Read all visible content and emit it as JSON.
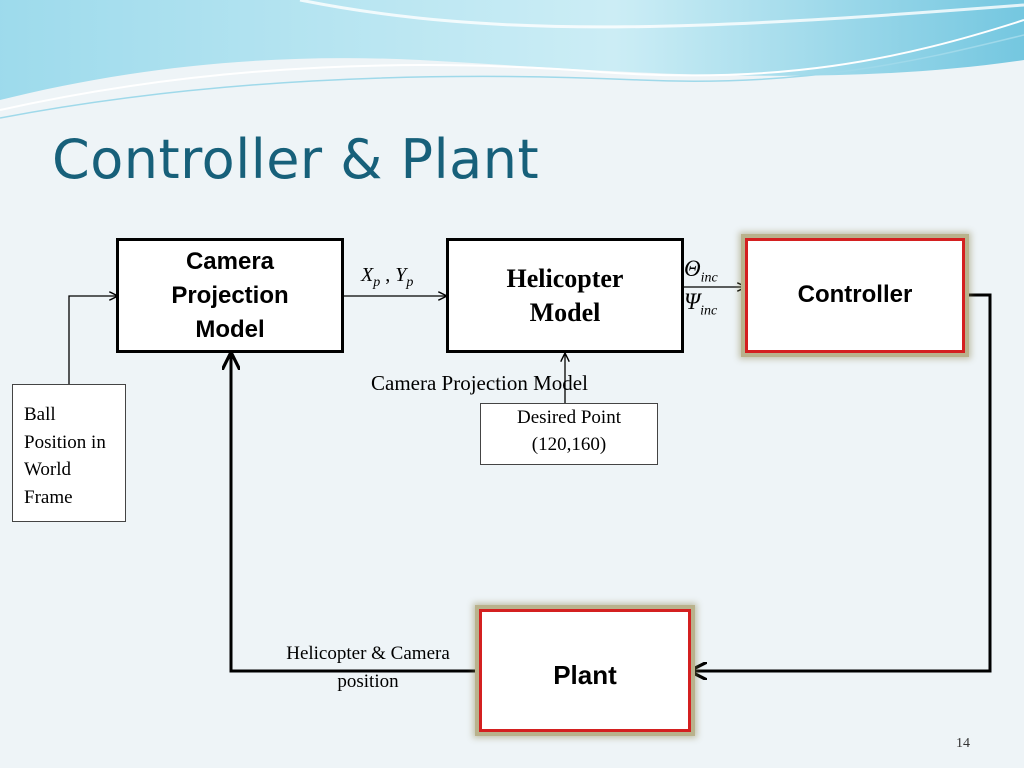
{
  "slide": {
    "title": "Controller & Plant",
    "page_number": "14"
  },
  "diagram": {
    "camera_model_label": "Camera Projection Model",
    "helicopter_model_label": "Helicopter Model",
    "controller_label": "Controller",
    "plant_label": "Plant",
    "ball_position_label": "Ball Position in World Frame",
    "desired_point_line1": "Desired Point",
    "desired_point_line2": "(120,160)",
    "camera_projection_caption": "Camera Projection Model",
    "feedback_label_line1": "Helicopter & Camera",
    "feedback_label_line2": "position",
    "xp_symbol": "X",
    "xp_sub": "p",
    "comma": " , ",
    "yp_symbol": "Y",
    "yp_sub": "p",
    "theta_symbol": "Θ",
    "theta_sub": "inc",
    "psi_symbol": "Ψ",
    "psi_sub": "inc"
  },
  "colors": {
    "title": "#17607a",
    "red_border": "#d42020",
    "wave_light": "#bfe7f2",
    "wave_dark": "#6fc6df"
  }
}
